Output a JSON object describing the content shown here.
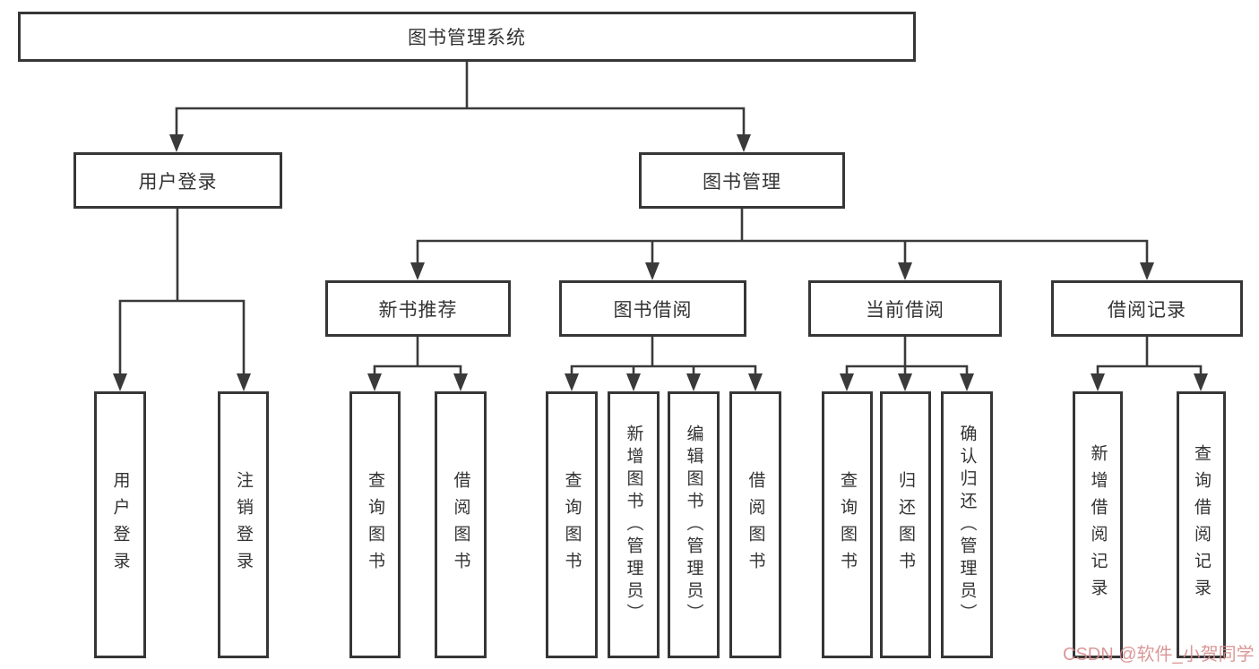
{
  "diagram": {
    "root": {
      "label": "图书管理系统"
    },
    "branches": [
      {
        "label": "用户登录",
        "children": [
          {
            "label": "用户登录"
          },
          {
            "label": "注销登录"
          }
        ]
      },
      {
        "label": "图书管理",
        "children": [
          {
            "label": "新书推荐",
            "children": [
              {
                "label": "查询图书"
              },
              {
                "label": "借阅图书"
              }
            ]
          },
          {
            "label": "图书借阅",
            "children": [
              {
                "label": "查询图书"
              },
              {
                "label": "新增图书（管理员）"
              },
              {
                "label": "编辑图书（管理员）"
              },
              {
                "label": "借阅图书"
              }
            ]
          },
          {
            "label": "当前借阅",
            "children": [
              {
                "label": "查询图书"
              },
              {
                "label": "归还图书"
              },
              {
                "label": "确认归还（管理员）"
              }
            ]
          },
          {
            "label": "借阅记录",
            "children": [
              {
                "label": "新增借阅记录"
              },
              {
                "label": "查询借阅记录"
              }
            ]
          }
        ]
      }
    ]
  },
  "watermark": {
    "text": "CSDN @软件_小贺同学"
  },
  "colors": {
    "line": "#3a3a3a",
    "box_border": "#363636",
    "text": "#333333",
    "background": "#ffffff",
    "watermark": "#d68a8a"
  }
}
